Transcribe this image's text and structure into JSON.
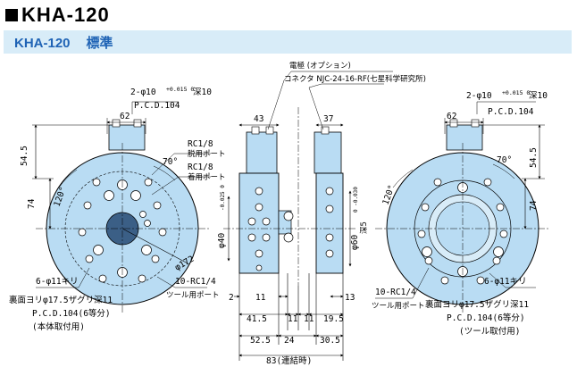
{
  "header": {
    "title": "KHA-120",
    "subtitle_model": "KHA-120",
    "subtitle_tag": "標準"
  },
  "colors": {
    "band": "#d8ecf8",
    "accent_text": "#1f63b5",
    "part_fill": "#b9dcf3",
    "part_dark": "#7fb7e0"
  },
  "labels": {
    "left_hole_spec": "2-φ10",
    "left_hole_tol": "+0.015 0",
    "left_hole_depth": "深10",
    "left_pcd": "P.C.D.104",
    "left_dim_62": "62",
    "left_dim_545": "54.5",
    "left_dim_74": "74",
    "left_angle_70": "70°",
    "left_angle_120": "120°",
    "left_dia_172": "φ172",
    "left_rc18_a": "RC1/8",
    "left_rc18_a_note": "脱用ポート",
    "left_rc18_b": "RC1/8",
    "left_rc18_b_note": "着用ポート",
    "left_rc14": "10-RC1/4",
    "left_rc14_note": "ツール用ポート",
    "left_bolt": "6-φ11キリ",
    "left_bolt_counter": "裏面ヨリφ17.5ザグリ深11",
    "left_bolt_pcd": "P.C.D.104(6等分)",
    "left_bolt_note": "(本体取付用)",
    "mid_electrode": "電極 (オプション)",
    "mid_connector": "コネクタ NJC-24-16-RF(七星科学研究所)",
    "mid_dim_43": "43",
    "mid_dim_37": "37",
    "mid_dia_40": "φ40",
    "mid_dia_40_tol": "-0.025 0",
    "mid_dia_60": "φ60",
    "mid_dia_60_tol": "0 -0.030",
    "mid_depth_5": "深5",
    "mid_dim_2": "2",
    "mid_dim_11a": "11",
    "mid_dim_13": "13",
    "mid_dim_415": "41.5",
    "mid_dim_11b": "11",
    "mid_dim_11c": "11",
    "mid_dim_195": "19.5",
    "mid_dim_525": "52.5",
    "mid_dim_24": "24",
    "mid_dim_305": "30.5",
    "mid_dim_83": "83(連結時)",
    "right_hole_spec": "2-φ10",
    "right_hole_tol": "+0.015 0",
    "right_hole_depth": "深10",
    "right_pcd": "P.C.D.104",
    "right_dim_62": "62",
    "right_dim_545": "54.5",
    "right_dim_74": "74",
    "right_angle_70": "70°",
    "right_angle_120": "120°",
    "right_rc14": "10-RC1/4",
    "right_rc14_note": "ツール用ポート",
    "right_bolt": "6-φ11キリ",
    "right_bolt_counter": "裏面ヨリφ17.5ザグリ深11",
    "right_bolt_pcd": "P.C.D.104(6等分)",
    "right_bolt_note": "(ツール取付用)"
  }
}
